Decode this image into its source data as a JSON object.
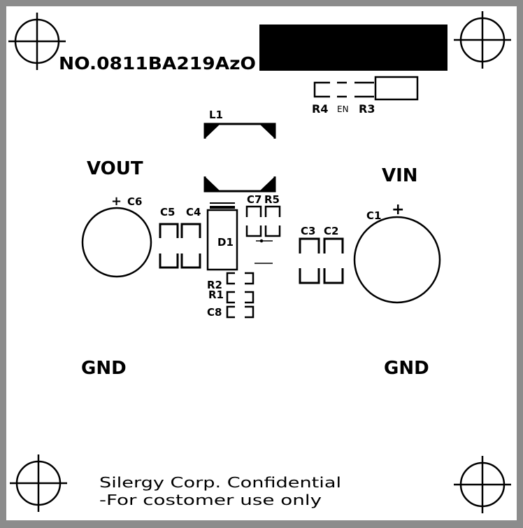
{
  "board": {
    "part_number": "NO.0811BA219AzO",
    "footer_line1": "Silergy Corp. Confidential",
    "footer_line2": "-For costomer use only",
    "labels": {
      "vout": "VOUT",
      "vin": "VIN",
      "gnd_left": "GND",
      "gnd_right": "GND",
      "en": "EN",
      "plus_left": "+",
      "plus_right": "+"
    },
    "designators": {
      "L1": "L1",
      "C1": "C1",
      "C2": "C2",
      "C3": "C3",
      "C4": "C4",
      "C5": "C5",
      "C6": "C6",
      "C7": "C7",
      "C8": "C8",
      "D1": "D1",
      "R1": "R1",
      "R2": "R2",
      "R3": "R3",
      "R4": "R4",
      "R5": "R5"
    }
  }
}
